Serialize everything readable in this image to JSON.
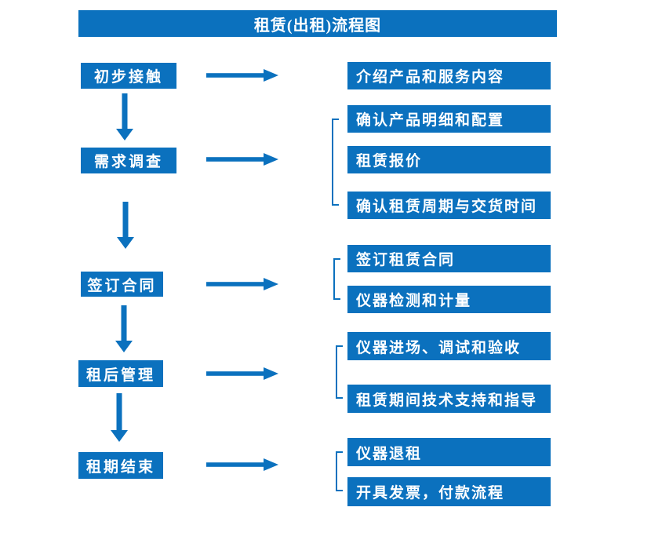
{
  "title": "租赁(出租)流程图",
  "colors": {
    "accent_blue": "#0B71BE",
    "text_white": "#FFFFFF",
    "background": "#FFFFFF"
  },
  "steps": [
    {
      "label": "初步接触",
      "outputs": [
        "介绍产品和服务内容"
      ]
    },
    {
      "label": "需求调查",
      "outputs": [
        "确认产品明细和配置",
        "租赁报价",
        "确认租赁周期与交货时间"
      ]
    },
    {
      "label": "签订合同",
      "outputs": [
        "签订租赁合同",
        "仪器检测和计量"
      ]
    },
    {
      "label": "租后管理",
      "outputs": [
        "仪器进场、调试和验收",
        "租赁期间技术支持和指导"
      ]
    },
    {
      "label": "租期结束",
      "outputs": [
        "仪器退租",
        "开具发票，付款流程"
      ]
    }
  ]
}
